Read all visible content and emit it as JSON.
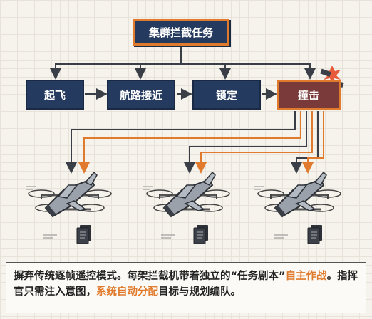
{
  "title": "集群拦截任务",
  "steps": [
    "起飞",
    "航路接近",
    "锁定",
    "撞击"
  ],
  "colors": {
    "navy": "#243a5e",
    "impact": "#7a3a3a",
    "orange": "#e07a2c",
    "line": "#3a3f47"
  },
  "caption": {
    "part1": "摒弃传统逐帧遥控模式。每架拦截机带着独立的",
    "quote": "“任务剧本”",
    "highlight1": "自主作战",
    "part2": "。指挥官只需注入意图，",
    "highlight2": "系统自动分配",
    "part3": "目标与规划编队。"
  }
}
